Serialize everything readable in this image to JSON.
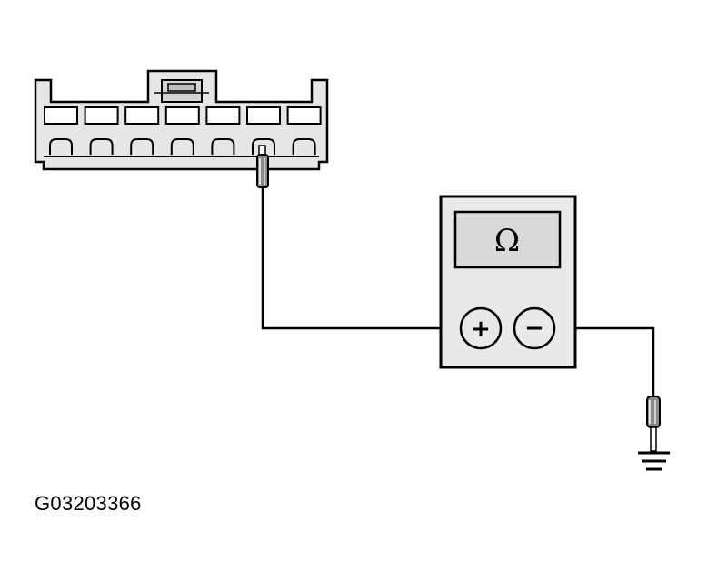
{
  "figure_id": "G03203366",
  "meter": {
    "display_symbol": "Ω",
    "positive_terminal_symbol": "+",
    "negative_terminal_symbol": "−"
  },
  "connector": {
    "cavity_count": 7,
    "probed_cavity": 6
  },
  "colors": {
    "line": "#000000",
    "fill_light": "#e6e6e6",
    "fill_mid": "#cfcfcf",
    "background": "#ffffff"
  }
}
